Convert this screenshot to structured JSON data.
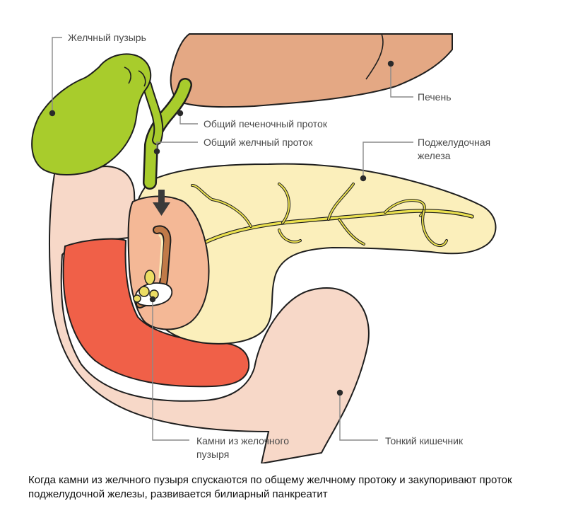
{
  "labels": {
    "gallbladder": "Желчный пузырь",
    "liver": "Печень",
    "common_hepatic_duct": "Общий печеночный проток",
    "common_bile_duct": "Общий желчный проток",
    "pancreas_line1": "Поджелудочная",
    "pancreas_line2": "железа",
    "stones_line1": "Камни из желочного",
    "stones_line2": "пузыря",
    "small_intestine": "Тонкий кишечник"
  },
  "caption": "Когда камни из желчного пузыря спускаются по общему желчному протоку и закупоривают проток поджелудочной железы, развивается билиарный панкреатит",
  "colors": {
    "gallbladder": "#a8cc2c",
    "liver": "#e4a884",
    "intestine": "#f7d8c8",
    "intestine_inner": "#f06048",
    "pancreas": "#fbefbb",
    "pancreatic_duct": "#ece24e",
    "papilla": "#f4b896",
    "stones": "#ecdd64",
    "leader": "#8a8a8a"
  },
  "icons": [
    "arrow-down-icon"
  ]
}
